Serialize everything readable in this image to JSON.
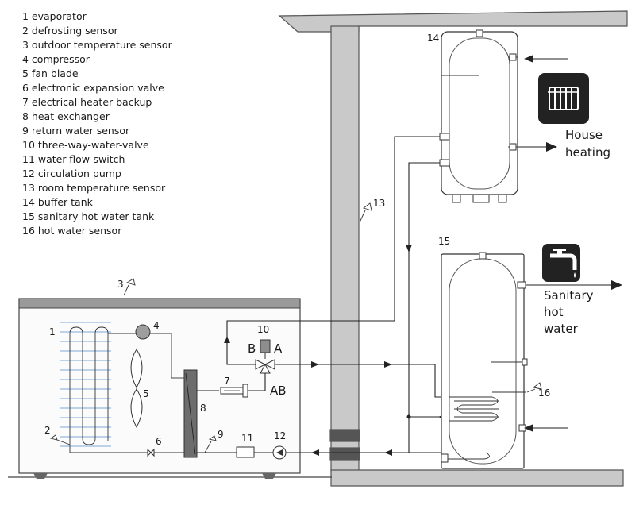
{
  "legend": [
    "1  evaporator",
    "2 defrosting sensor",
    "3 outdoor temperature sensor",
    "4 compressor",
    "5 fan blade",
    "6 electronic  expansion valve",
    "7 electrical heater backup",
    "8 heat exchanger",
    "9 return water sensor",
    "10 three-way-water-valve",
    "11 water-flow-switch",
    "12 circulation pump",
    "13  room temperature sensor",
    "14 buffer tank",
    "15 sanitary hot water tank",
    "16 hot water sensor"
  ],
  "numbers": {
    "n1": "1",
    "n2": "2",
    "n3": "3",
    "n4": "4",
    "n5": "5",
    "n6": "6",
    "n7": "7",
    "n8": "8",
    "n9": "9",
    "n10": "10",
    "n11": "11",
    "n12": "12",
    "n13": "13",
    "n14": "14",
    "n15": "15",
    "n16": "16"
  },
  "valve_ports": {
    "b": "B",
    "a": "A",
    "ab": "AB"
  },
  "house_heating": [
    "House",
    "heating"
  ],
  "sanitary_hot_water": [
    "Sanitary",
    "hot",
    "water"
  ],
  "icons": {
    "radiator": "radiator-icon",
    "faucet": "faucet-icon"
  },
  "colors": {
    "wall": "#c9c9c9",
    "icon_bg": "#222222",
    "evaporator_lines": "#7fa9d6",
    "heat_exchanger": "#6d6d6d"
  }
}
